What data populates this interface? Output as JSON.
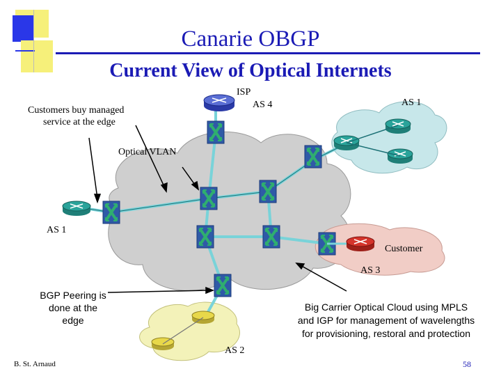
{
  "slide": {
    "title": "Canarie OBGP",
    "subtitle": "Current View of Optical Internets",
    "author": "B. St. Arnaud",
    "page_number": "58"
  },
  "labels": {
    "isp": "ISP",
    "as4": "AS 4",
    "as1_top": "AS 1",
    "as1_left": "AS 1",
    "as3": "AS 3",
    "as2": "AS 2",
    "optical_vlan": "Optical VLAN",
    "customer": "Customer",
    "customers_note_line1": "Customers buy managed",
    "customers_note_line2": "service at the edge",
    "bgp_line1": "BGP Peering is",
    "bgp_line2": "done at the",
    "bgp_line3": "edge",
    "carrier_line1": "Big Carrier Optical Cloud using MPLS",
    "carrier_line2": "and IGP for management of wavelengths",
    "carrier_line3": "for provisioning, restoral and protection"
  },
  "colors": {
    "title_blue": "#1b1bb5",
    "deco_yellow": "#f6f07a",
    "deco_blue": "#2a37e8",
    "cloud_gray": "#cfcfcf",
    "as1_cloud": "#c7e7ea",
    "as2_cloud": "#f3f2b9",
    "as3_cloud": "#f1cdc6",
    "switch_blue": "#2f5aa7",
    "switch_green": "#2fae6f",
    "router_teal": "#2aa39a",
    "router_navy": "#2a3aa6",
    "router_red": "#d4342b",
    "router_yellow": "#e8d84a",
    "link_cyan": "#79d3d9"
  }
}
